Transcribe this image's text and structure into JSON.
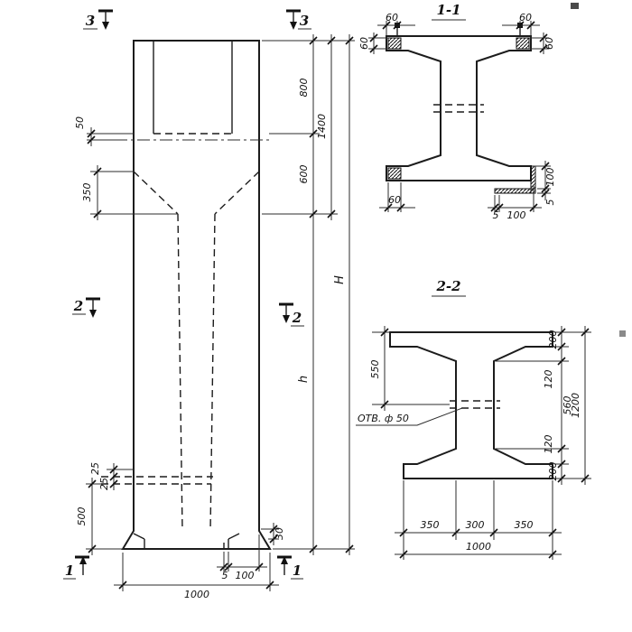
{
  "colors": {
    "ink": "#1c1c1c",
    "paper": "#ffffff"
  },
  "drawing": {
    "elevation": {
      "markers": {
        "m3_left": "3",
        "m3_right": "3",
        "m2_left": "2",
        "m2_right": "2",
        "m1_left": "1",
        "m1_right": "1"
      },
      "dims": {
        "d50": "50",
        "d350": "350",
        "d25_upper": "25",
        "d25_lower": "25",
        "d500": "500",
        "d800": "800",
        "d600": "600",
        "d1400": "1400",
        "dH": "H",
        "dh": "h",
        "d1000": "1000",
        "d5": "5",
        "d100": "100",
        "d30": "30"
      }
    },
    "section_1_1": {
      "title": "1-1",
      "dims": {
        "d60_top_left": "60",
        "d60_top_right": "60",
        "d60_left": "60",
        "d60_right": "60",
        "d60_bottom": "60",
        "d5_bottom": "5",
        "d100_bottom": "100",
        "d100_right": "100",
        "d5_right": "5"
      }
    },
    "section_2_2": {
      "title": "2-2",
      "hole_label": "ОТВ. ф 50",
      "dims": {
        "d550": "550",
        "d200_top": "200",
        "d120_top": "120",
        "d560": "560",
        "d120_bottom": "120",
        "d200_bottom": "200",
        "d1200": "1200",
        "d350_left": "350",
        "d300": "300",
        "d350_right": "350",
        "d1000": "1000"
      }
    }
  }
}
